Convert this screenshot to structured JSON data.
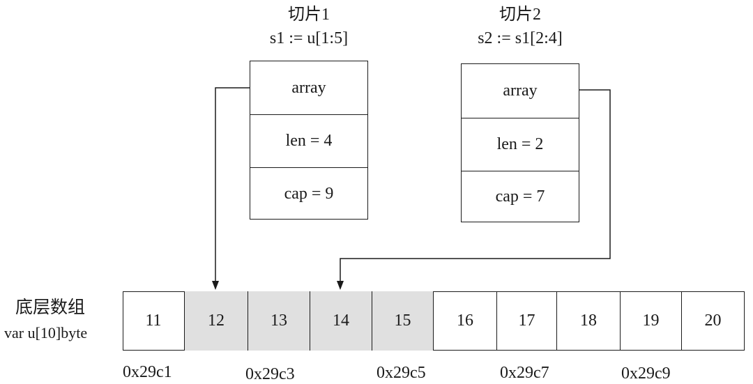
{
  "slice1": {
    "title": "切片1",
    "expr": "s1 := u[1:5]",
    "fields": [
      "array",
      "len = 4",
      "cap = 9"
    ]
  },
  "slice2": {
    "title": "切片2",
    "expr": "s2 := s1[2:4]",
    "fields": [
      "array",
      "len = 2",
      "cap = 7"
    ]
  },
  "underlying": {
    "label": "底层数组",
    "decl": "var u[10]byte",
    "cells": [
      "11",
      "12",
      "13",
      "14",
      "15",
      "16",
      "17",
      "18",
      "19",
      "20"
    ],
    "shaded": [
      false,
      true,
      true,
      true,
      true,
      false,
      false,
      false,
      false,
      false
    ],
    "addresses": [
      "0x29c1",
      "0x29c3",
      "0x29c5",
      "0x29c7",
      "0x29c9"
    ]
  }
}
